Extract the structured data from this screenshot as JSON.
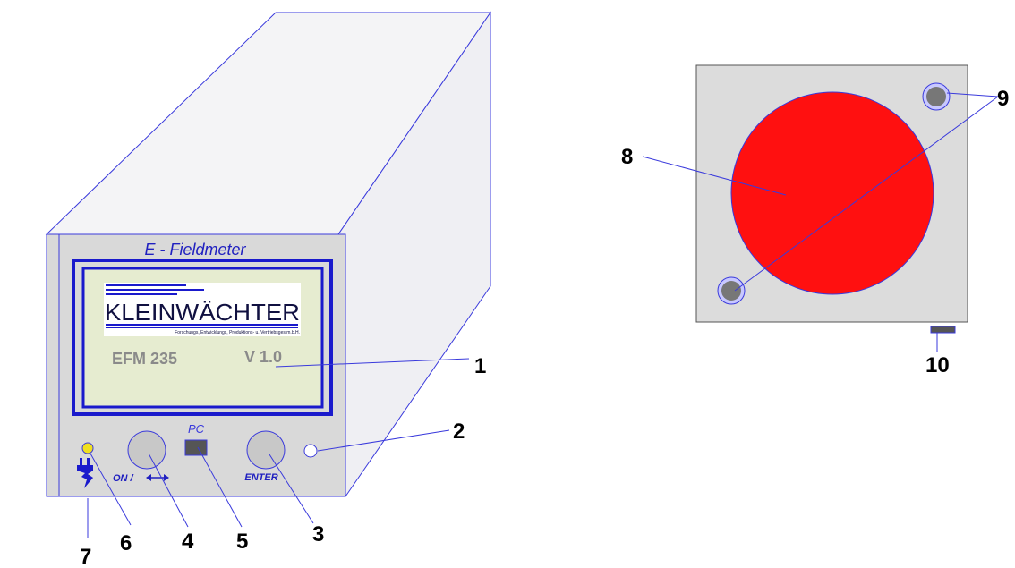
{
  "device": {
    "title": "E - Fieldmeter",
    "logo": "KLEINWÄCHTER",
    "tagline": "Forschungs, Entwicklungs, Produktions- u. Vertriebsges.m.b.H.",
    "model": "EFM 235",
    "version": "V 1.0",
    "pc_label": "PC",
    "on_label": "ON /",
    "enter_label": "ENTER"
  },
  "callouts": [
    "1",
    "2",
    "3",
    "4",
    "5",
    "6",
    "7",
    "8",
    "9",
    "10"
  ],
  "colors": {
    "outline": "#3a3adc",
    "panel": "#d9d9d9",
    "display": "#e6ecd0",
    "sensor": "#ff1010",
    "knob": "#c8c8c8",
    "led": "#f0e020"
  }
}
